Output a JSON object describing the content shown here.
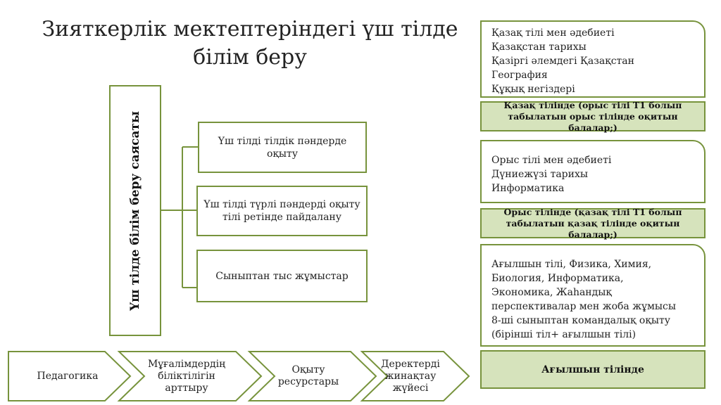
{
  "title_line1": "Зияткерлік мектептеріндегі үш тілде",
  "title_line2": "білім беру",
  "policy_label": "Үш тілде білім беру саясаты",
  "branches": [
    "Үш тілді тілдік пәндерде оқыту",
    "Үш тілді түрлі пәндерді оқыту тілі  ретінде пайдалану",
    "Сыныптан тыс жұмыстар"
  ],
  "kazakh_subjects": [
    "Қазақ тілі мен әдебиеті",
    "Қазақстан тарихы",
    "Қазіргі әлемдегі  Қазақстан",
    "География",
    "Құқық негіздері"
  ],
  "kazakh_label": "Қазақ тілінде (орыс тілі Т1 болып табылатын орыс тілінде оқитын балалар;)",
  "russian_subjects": [
    "Орыс тілі мен әдебиеті",
    "Дүниежүзі тарихы",
    "Информатика"
  ],
  "russian_label": "Орыс тілінде (қазақ тілі Т1 болып табылатын қазақ тілінде оқитын балалар;)",
  "english_subjects": [
    "Ағылшын тілі, Физика, Химия,",
    "Биология, Информатика,",
    "Экономика, Жаһандық",
    "перспективалар мен жоба жұмысы",
    "8-ші сыныптан командалық оқыту",
    "(бірінші тіл+ ағылшын тілі)"
  ],
  "english_label": "Ағылшын тілінде",
  "process_steps": [
    "Педагогика",
    "Мұғалімдердің біліктілігін арттыру",
    "Оқыту ресурстары",
    "Деректерді жинақтау жүйесі"
  ],
  "colors": {
    "border": "#77933c",
    "fill": "#d6e3bc"
  }
}
